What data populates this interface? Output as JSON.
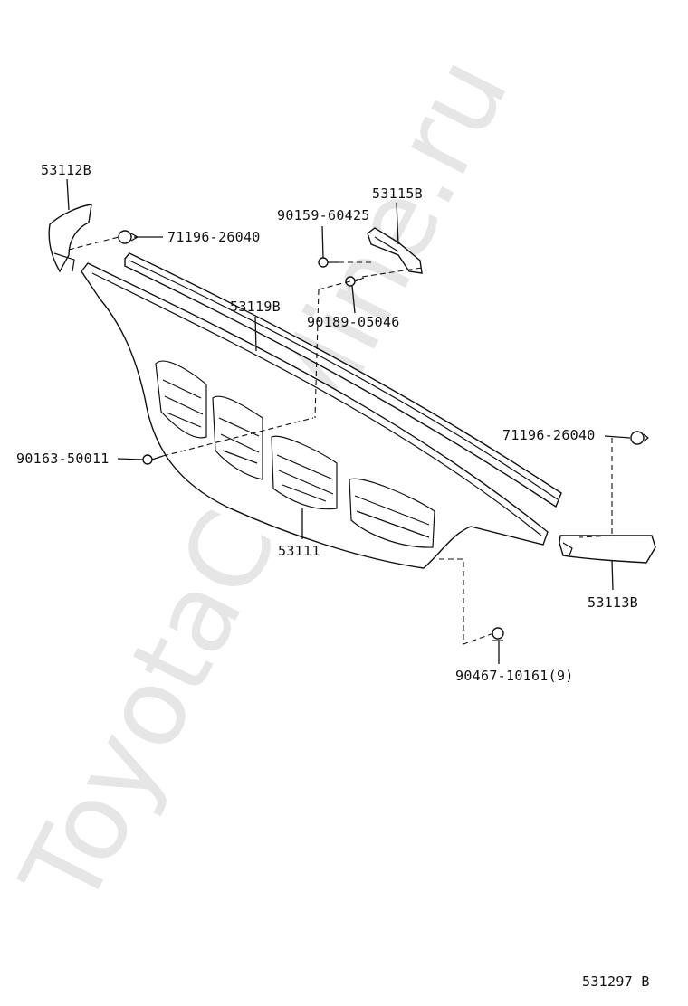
{
  "watermark": "ToyotaCarMine.ru",
  "labels": {
    "l53112b": "53112B",
    "l53115b": "53115B",
    "l90159": "90159-60425",
    "l71196_top": "71196-26040",
    "l53119b": "53119B",
    "l90189": "90189-05046",
    "l71196_right": "71196-26040",
    "l90163": "90163-50011",
    "l53111": "53111",
    "l53113b": "53113B",
    "l90467": "90467-10161(9)"
  },
  "figure_code": "531297 B"
}
